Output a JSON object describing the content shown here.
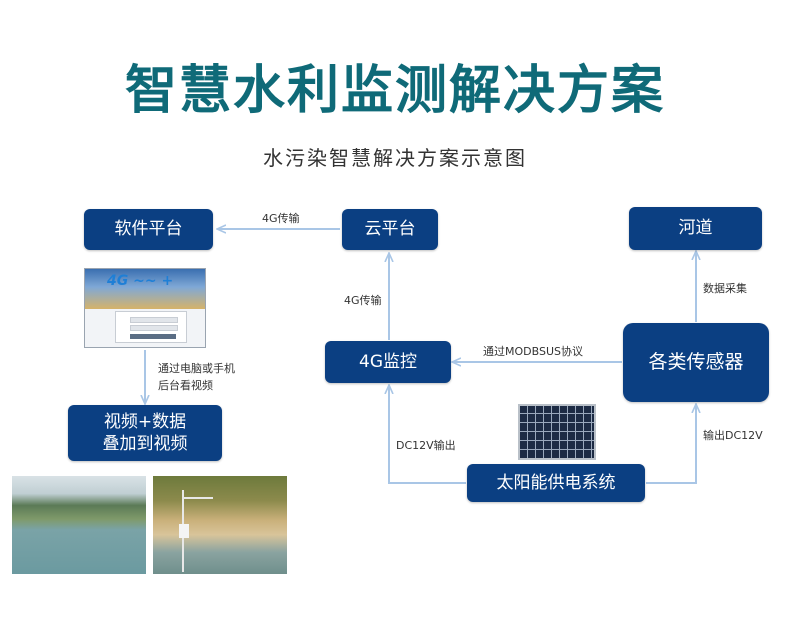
{
  "title": "智慧水利监测解决方案",
  "subtitle": "水污染智慧解决方案示意图",
  "nodes": {
    "software": "软件平台",
    "cloud": "云平台",
    "river": "河道",
    "monitor": "4G监控",
    "sensors": "各类传感器",
    "video_line1": "视频+数据",
    "video_line2": "叠加到视频",
    "solar": "太阳能供电系统"
  },
  "edges": {
    "cloud_to_software": "4G传输",
    "monitor_to_cloud": "4G传输",
    "sensors_to_monitor": "通过MODBSUS协议",
    "river_to_sensors": "数据采集",
    "solar_to_monitor": "DC12V输出",
    "solar_to_sensors": "输出DC12V",
    "software_to_video_line1": "通过电脑或手机",
    "software_to_video_line2": "后台看视频"
  },
  "colors": {
    "title": "#0f6a78",
    "node": "#0b3f82",
    "arrow": "#a9c6e6"
  },
  "icons": {
    "login_screen": "login-screenshot-image",
    "river_photo_1": "river-photo-image",
    "river_photo_2": "monitoring-station-photo-image",
    "solar_panel": "solar-panel-image"
  }
}
